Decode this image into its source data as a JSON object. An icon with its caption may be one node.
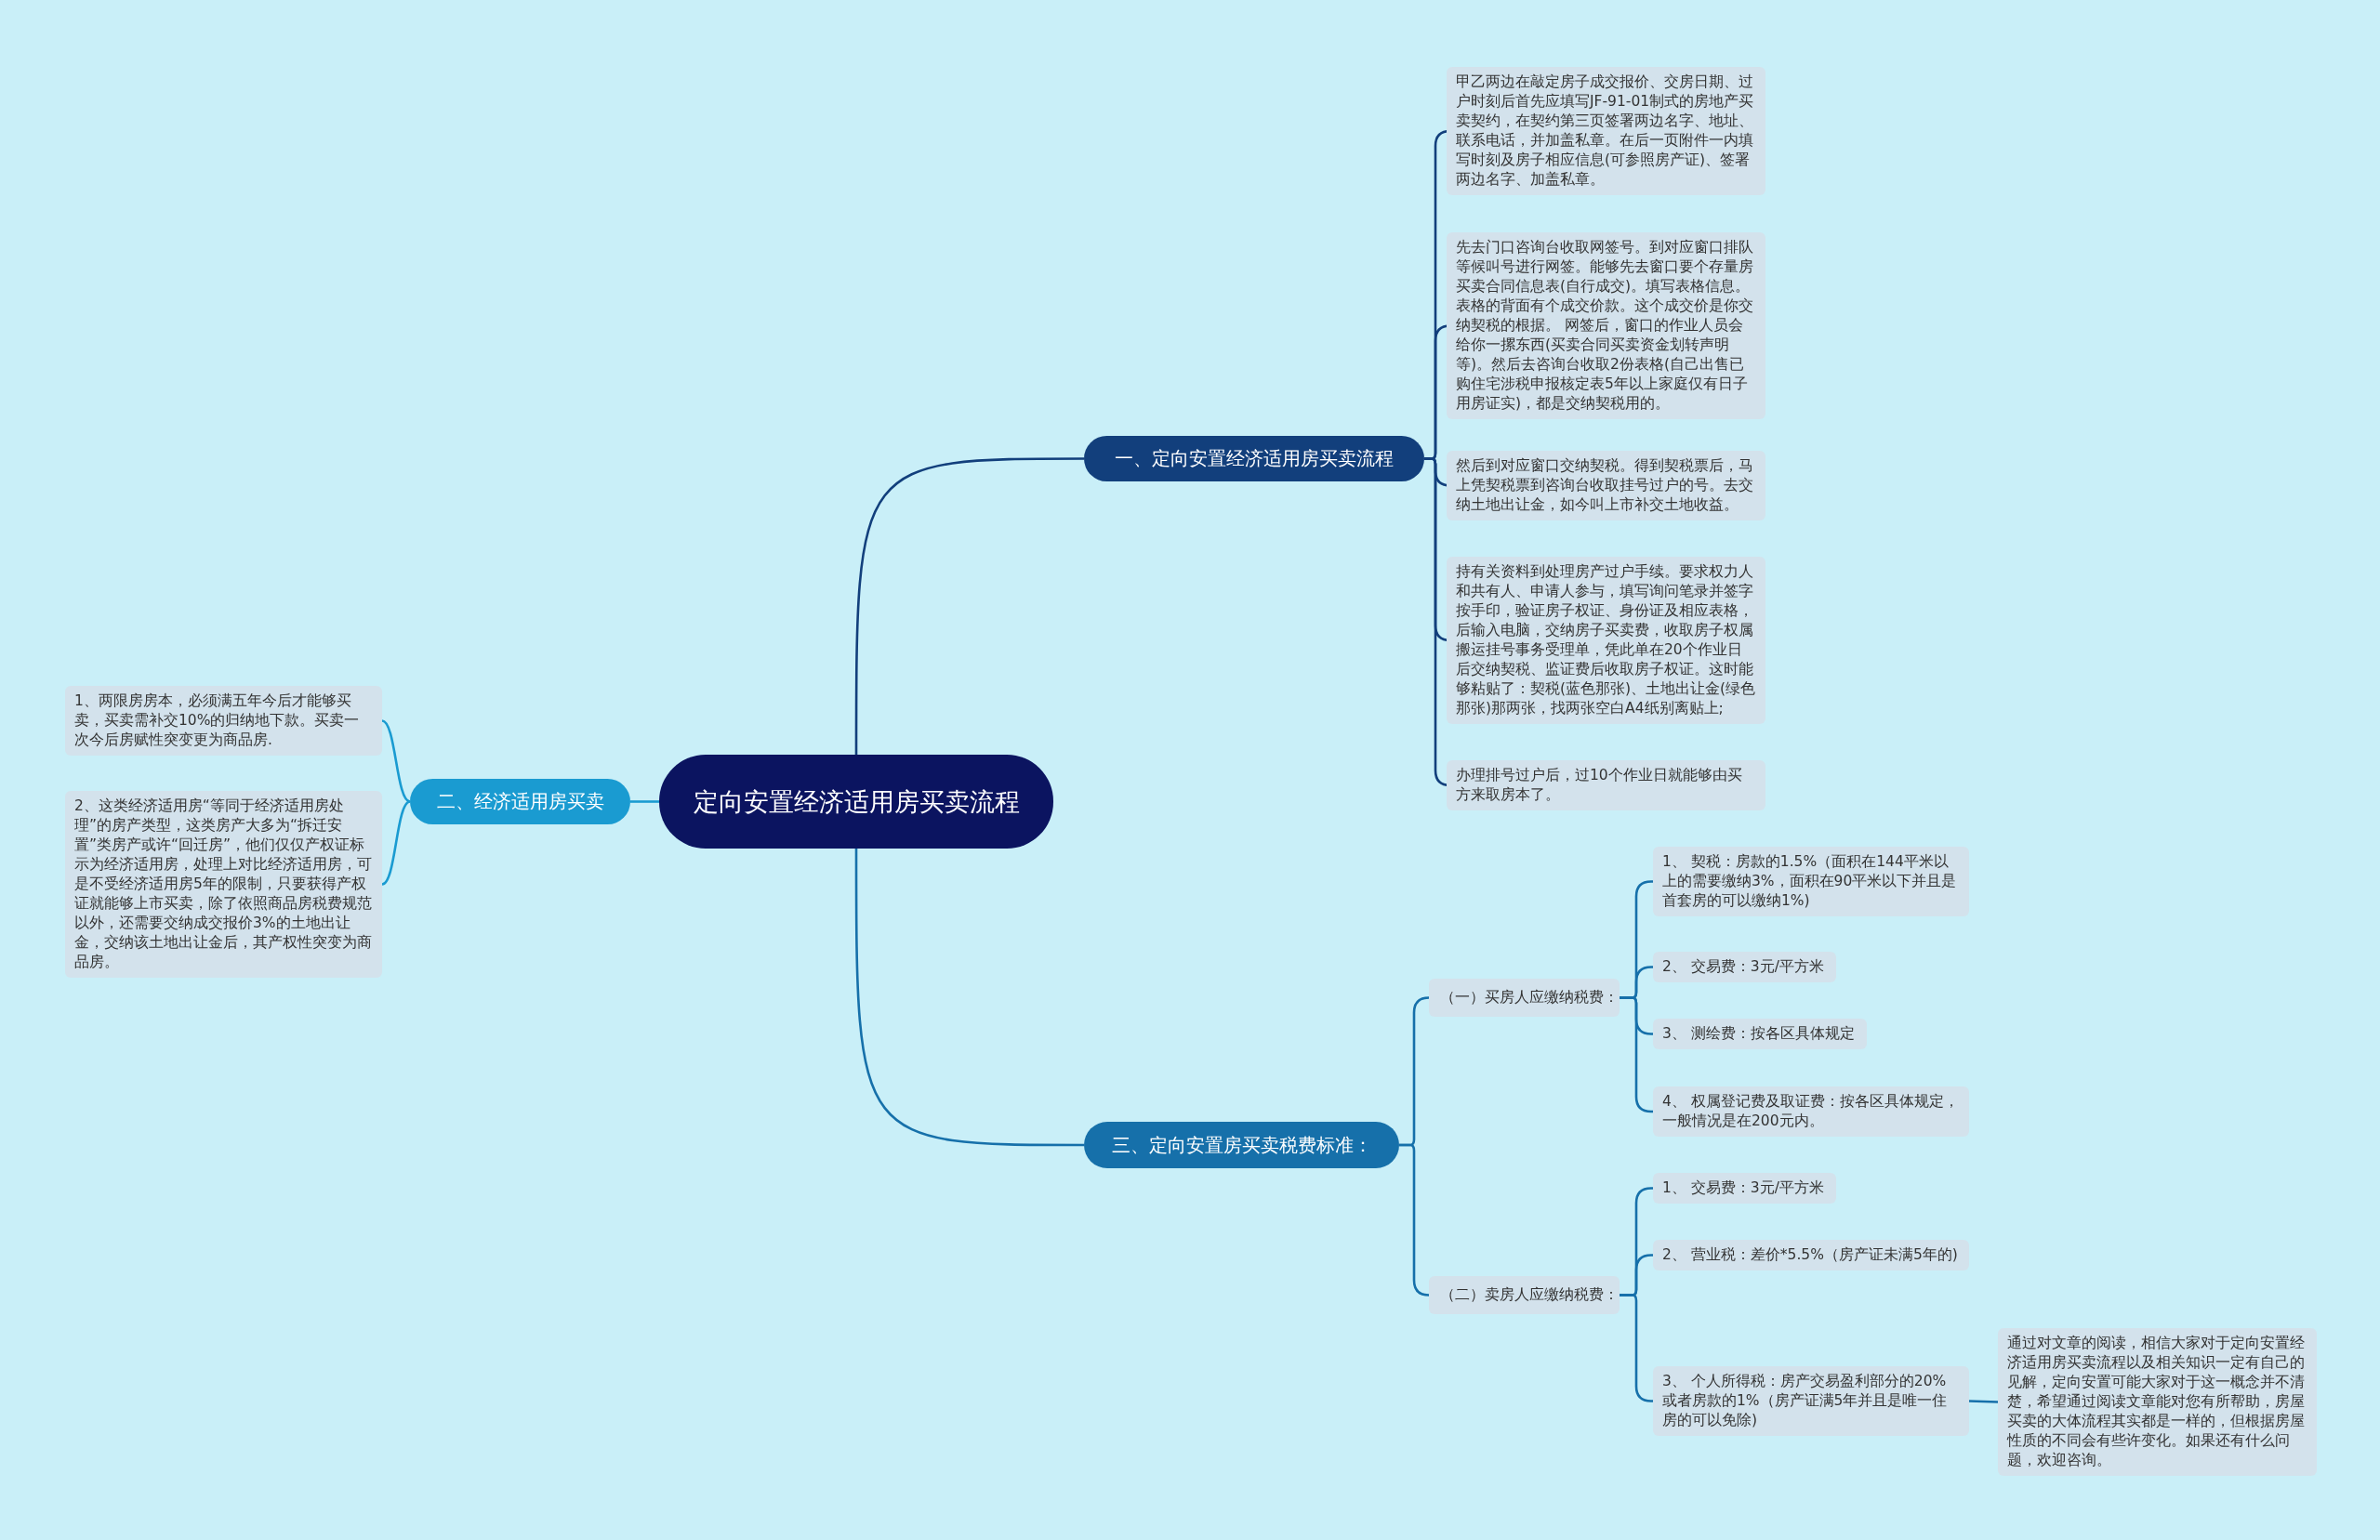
{
  "diagram": {
    "nodes": [
      {
        "text": [
          "定向安置经济适用房买卖流程"
        ]
      },
      {
        "text": [
          "一、定向安置经济适用房买卖流程"
        ]
      },
      {
        "text": [
          "甲乙两边在敲定房子成交报价、交房日期、过户时刻后首先应填写JF-91-01制式的房地产买卖契约，在契约第三页签署两边名字、地址、联系电话，并加盖私章。在后一页附件一内填写时刻及房子相应信息(可参照房产证)、签署两边名字、加盖私章。"
        ]
      },
      {
        "text": [
          "先去门口咨询台收取网签号。到对应窗口排队等候叫号进行网签。能够先去窗口要个存量房买卖合同信息表(自行成交)。填写表格信息。表格的背面有个成交价款。这个成交价是你交纳契税的根据。 网签后，窗口的作业人员会给你一摞东西(买卖合同买卖资金划转声明等)。然后去咨询台收取2份表格(自己出售已购住宅涉税申报核定表5年以上家庭仅有日子用房证实)，都是交纳契税用的。"
        ]
      },
      {
        "text": [
          "然后到对应窗口交纳契税。得到契税票后，马上凭契税票到咨询台收取挂号过户的号。去交纳土地出让金，如今叫上市补交土地收益。"
        ]
      },
      {
        "text": [
          "持有关资料到处理房产过户手续。要求权力人和共有人、申请人参与，填写询问笔录并签字按手印，验证房子权证、身份证及相应表格，后输入电脑，交纳房子买卖费，收取房子权属搬运挂号事务受理单，凭此单在20个作业日后交纳契税、监证费后收取房子权证。这时能够粘贴了：契税(蓝色那张)、土地出让金(绿色那张)那两张，找两张空白A4纸别离贴上;"
        ]
      },
      {
        "text": [
          "办理排号过户后，过10个作业日就能够由买方来取房本了。"
        ]
      },
      {
        "text": [
          "二、经济适用房买卖"
        ]
      },
      {
        "text": [
          "1、两限房房本，必须满五年今后才能够买卖，买卖需补交10%的归纳地下款。买卖一次今后房赋性突变更为商品房."
        ]
      },
      {
        "text": [
          "2、这类经济适用房“等同于经济适用房处理”的房产类型，这类房产大多为“拆迁安置”类房产或许“回迁房”，他们仅仅产权证标示为经济适用房，处理上对比经济适用房，可是不受经济适用房5年的限制，只要获得产权证就能够上市买卖，除了依照商品房税费规范以外，还需要交纳成交报价3%的土地出让金，交纳该土地出让金后，其产权性突变为商品房。"
        ]
      },
      {
        "text": [
          "三、定向安置房买卖税费标准："
        ]
      },
      {
        "text": [
          "（一）买房人应缴纳税费："
        ]
      },
      {
        "text": [
          "1、 契税：房款的1.5%（面积在144平米以上的需要缴纳3%，面积在90平米以下并且是首套房的可以缴纳1%)"
        ]
      },
      {
        "text": [
          "2、 交易费：3元/平方米"
        ]
      },
      {
        "text": [
          "3、 测绘费：按各区具体规定"
        ]
      },
      {
        "text": [
          "4、 权属登记费及取证费：按各区具体规定，一般情况是在200元内。"
        ]
      },
      {
        "text": [
          "（二）卖房人应缴纳税费："
        ]
      },
      {
        "text": [
          "1、 交易费：3元/平方米"
        ]
      },
      {
        "text": [
          "2、 营业税：差价*5.5%（房产证未满5年的)"
        ]
      },
      {
        "text": [
          "3、 个人所得税：房产交易盈利部分的20%或者房款的1%（房产证满5年并且是唯一住房的可以免除)"
        ]
      },
      {
        "text": [
          "通过对文章的阅读，相信大家对于定向安置经济适用房买卖流程以及相关知识一定有自己的见解，定向安置可能大家对于这一概念并不清楚，希望通过阅读文章能对您有所帮助，房屋买卖的大体流程其实都是一样的，但根据房屋性质的不同会有些许变化。如果还有什么问题，欢迎咨询。"
        ]
      }
    ],
    "edges": [
      {
        "from": 0,
        "to": 1,
        "arrow": "none",
        "color": "#123f7c"
      },
      {
        "from": 1,
        "to": 2,
        "arrow": "none",
        "color": "#123f7c"
      },
      {
        "from": 1,
        "to": 3,
        "arrow": "none",
        "color": "#123f7c"
      },
      {
        "from": 1,
        "to": 4,
        "arrow": "none",
        "color": "#123f7c"
      },
      {
        "from": 1,
        "to": 5,
        "arrow": "none",
        "color": "#123f7c"
      },
      {
        "from": 1,
        "to": 6,
        "arrow": "none",
        "color": "#123f7c"
      },
      {
        "from": 0,
        "to": 7,
        "arrow": "none",
        "color": "#1a9bd1"
      },
      {
        "from": 7,
        "to": 8,
        "arrow": "none",
        "color": "#1a9bd1"
      },
      {
        "from": 7,
        "to": 9,
        "arrow": "none",
        "color": "#1a9bd1"
      },
      {
        "from": 0,
        "to": 10,
        "arrow": "none"
      },
      {
        "from": 10,
        "to": 11,
        "arrow": "none"
      },
      {
        "from": 10,
        "to": 16,
        "arrow": "none"
      },
      {
        "from": 11,
        "to": 12,
        "arrow": "none"
      },
      {
        "from": 11,
        "to": 13,
        "arrow": "none"
      },
      {
        "from": 11,
        "to": 14,
        "arrow": "none"
      },
      {
        "from": 11,
        "to": 15,
        "arrow": "none"
      },
      {
        "from": 16,
        "to": 17,
        "arrow": "none"
      },
      {
        "from": 16,
        "to": 18,
        "arrow": "none"
      },
      {
        "from": 16,
        "to": 19,
        "arrow": "none"
      },
      {
        "from": 19,
        "to": 20,
        "arrow": "none"
      }
    ]
  }
}
